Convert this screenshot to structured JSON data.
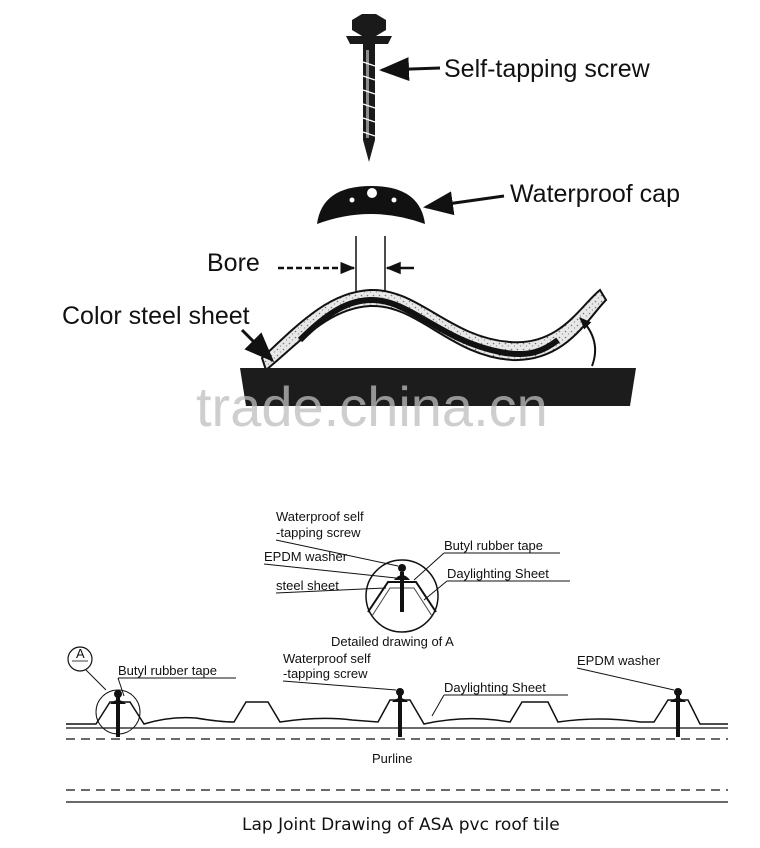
{
  "top_diagram": {
    "labels": {
      "screw": "Self-tapping screw",
      "cap": "Waterproof cap",
      "bore": "Bore",
      "sheet": "Color steel sheet"
    }
  },
  "watermark": "trade.china.cn",
  "bottom_diagram": {
    "detail_labels": {
      "screw_line1": "Waterproof self",
      "screw_line2": "-tapping screw",
      "washer": "EPDM washer",
      "steel": "steel sheet",
      "butyl": "Butyl rubber tape",
      "daylight": "Daylighting Sheet",
      "detail_caption": "Detailed drawing of A"
    },
    "main_labels": {
      "marker": "A",
      "butyl": "Butyl rubber tape",
      "screw_line1": "Waterproof self",
      "screw_line2": "-tapping screw",
      "daylight": "Daylighting Sheet",
      "washer": "EPDM washer",
      "purline": "Purline"
    },
    "caption": "Lap Joint Drawing of ASA pvc roof tile"
  }
}
